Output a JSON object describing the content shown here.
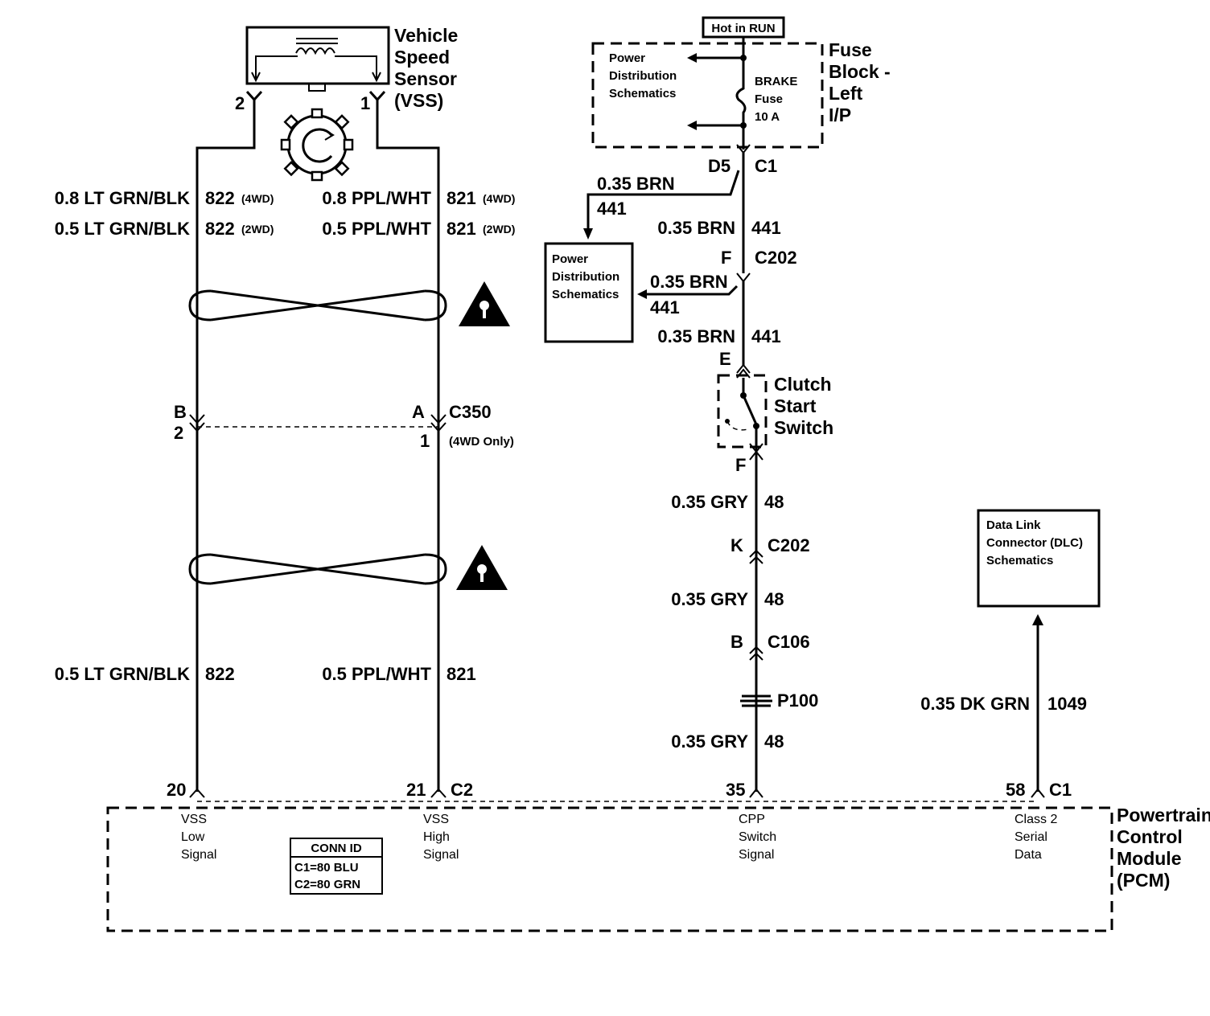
{
  "vss": {
    "title": [
      "Vehicle",
      "Speed",
      "Sensor",
      "(VSS)"
    ],
    "pin_left": "2",
    "pin_right": "1"
  },
  "wires_top": {
    "left_name_4wd": "0.8 LT GRN/BLK",
    "left_circuit_4wd": "822",
    "tag_4wd": "(4WD)",
    "left_name_2wd": "0.5 LT GRN/BLK",
    "left_circuit_2wd": "822",
    "tag_2wd": "(2WD)",
    "right_name_4wd": "0.8 PPL/WHT",
    "right_circuit_4wd": "821",
    "right_name_2wd": "0.5 PPL/WHT",
    "right_circuit_2wd": "821"
  },
  "c350": {
    "pin_b": "B",
    "pin_a": "A",
    "name": "C350",
    "pin_2": "2",
    "pin_1": "1",
    "note": "(4WD Only)"
  },
  "wires_bottom": {
    "left_name": "0.5 LT GRN/BLK",
    "left_circuit": "822",
    "right_name": "0.5 PPL/WHT",
    "right_circuit": "821"
  },
  "fuse_block": {
    "hot_label": "Hot in RUN",
    "title": [
      "Fuse",
      "Block -",
      "Left",
      "I/P"
    ],
    "power_dist": [
      "Power",
      "Distribution",
      "Schematics"
    ],
    "fuse_label": [
      "BRAKE",
      "Fuse",
      "10 A"
    ]
  },
  "brown_circuit": {
    "connector_d5": "D5",
    "connector_c1": "C1",
    "branch_name": "0.35 BRN",
    "branch_circuit": "441",
    "name": "0.35 BRN",
    "circuit": "441",
    "c202_pin": "F",
    "c202_name": "C202",
    "branch2_name": "0.35 BRN",
    "branch2_circuit": "441",
    "name2": "0.35 BRN",
    "circuit2": "441",
    "pin_e": "E"
  },
  "power_dist_box": [
    "Power",
    "Distribution",
    "Schematics"
  ],
  "clutch_switch": {
    "title": [
      "Clutch",
      "Start",
      "Switch"
    ],
    "pin_f": "F"
  },
  "gray_circuit": {
    "name1": "0.35 GRY",
    "circuit1": "48",
    "c202_pin": "K",
    "c202_name": "C202",
    "name2": "0.35 GRY",
    "circuit2": "48",
    "c106_pin": "B",
    "c106_name": "C106",
    "splice": "P100",
    "name3": "0.35 GRY",
    "circuit3": "48"
  },
  "dlc": {
    "box": [
      "Data Link",
      "Connector (DLC)",
      "Schematics"
    ],
    "wire_name": "0.35 DK GRN",
    "wire_circuit": "1049"
  },
  "pcm": {
    "title": [
      "Powertrain",
      "Control",
      "Module",
      "(PCM)"
    ],
    "pin20": "20",
    "pin21": "21",
    "conn_c2": "C2",
    "pin35": "35",
    "pin58": "58",
    "conn_c1": "C1",
    "sig_vss_low": [
      "VSS",
      "Low",
      "Signal"
    ],
    "sig_vss_high": [
      "VSS",
      "High",
      "Signal"
    ],
    "sig_cpp": [
      "CPP",
      "Switch",
      "Signal"
    ],
    "sig_class2": [
      "Class 2",
      "Serial",
      "Data"
    ],
    "conn_id_title": "CONN ID",
    "conn_id_c1": "C1=80 BLU",
    "conn_id_c2": "C2=80 GRN"
  }
}
